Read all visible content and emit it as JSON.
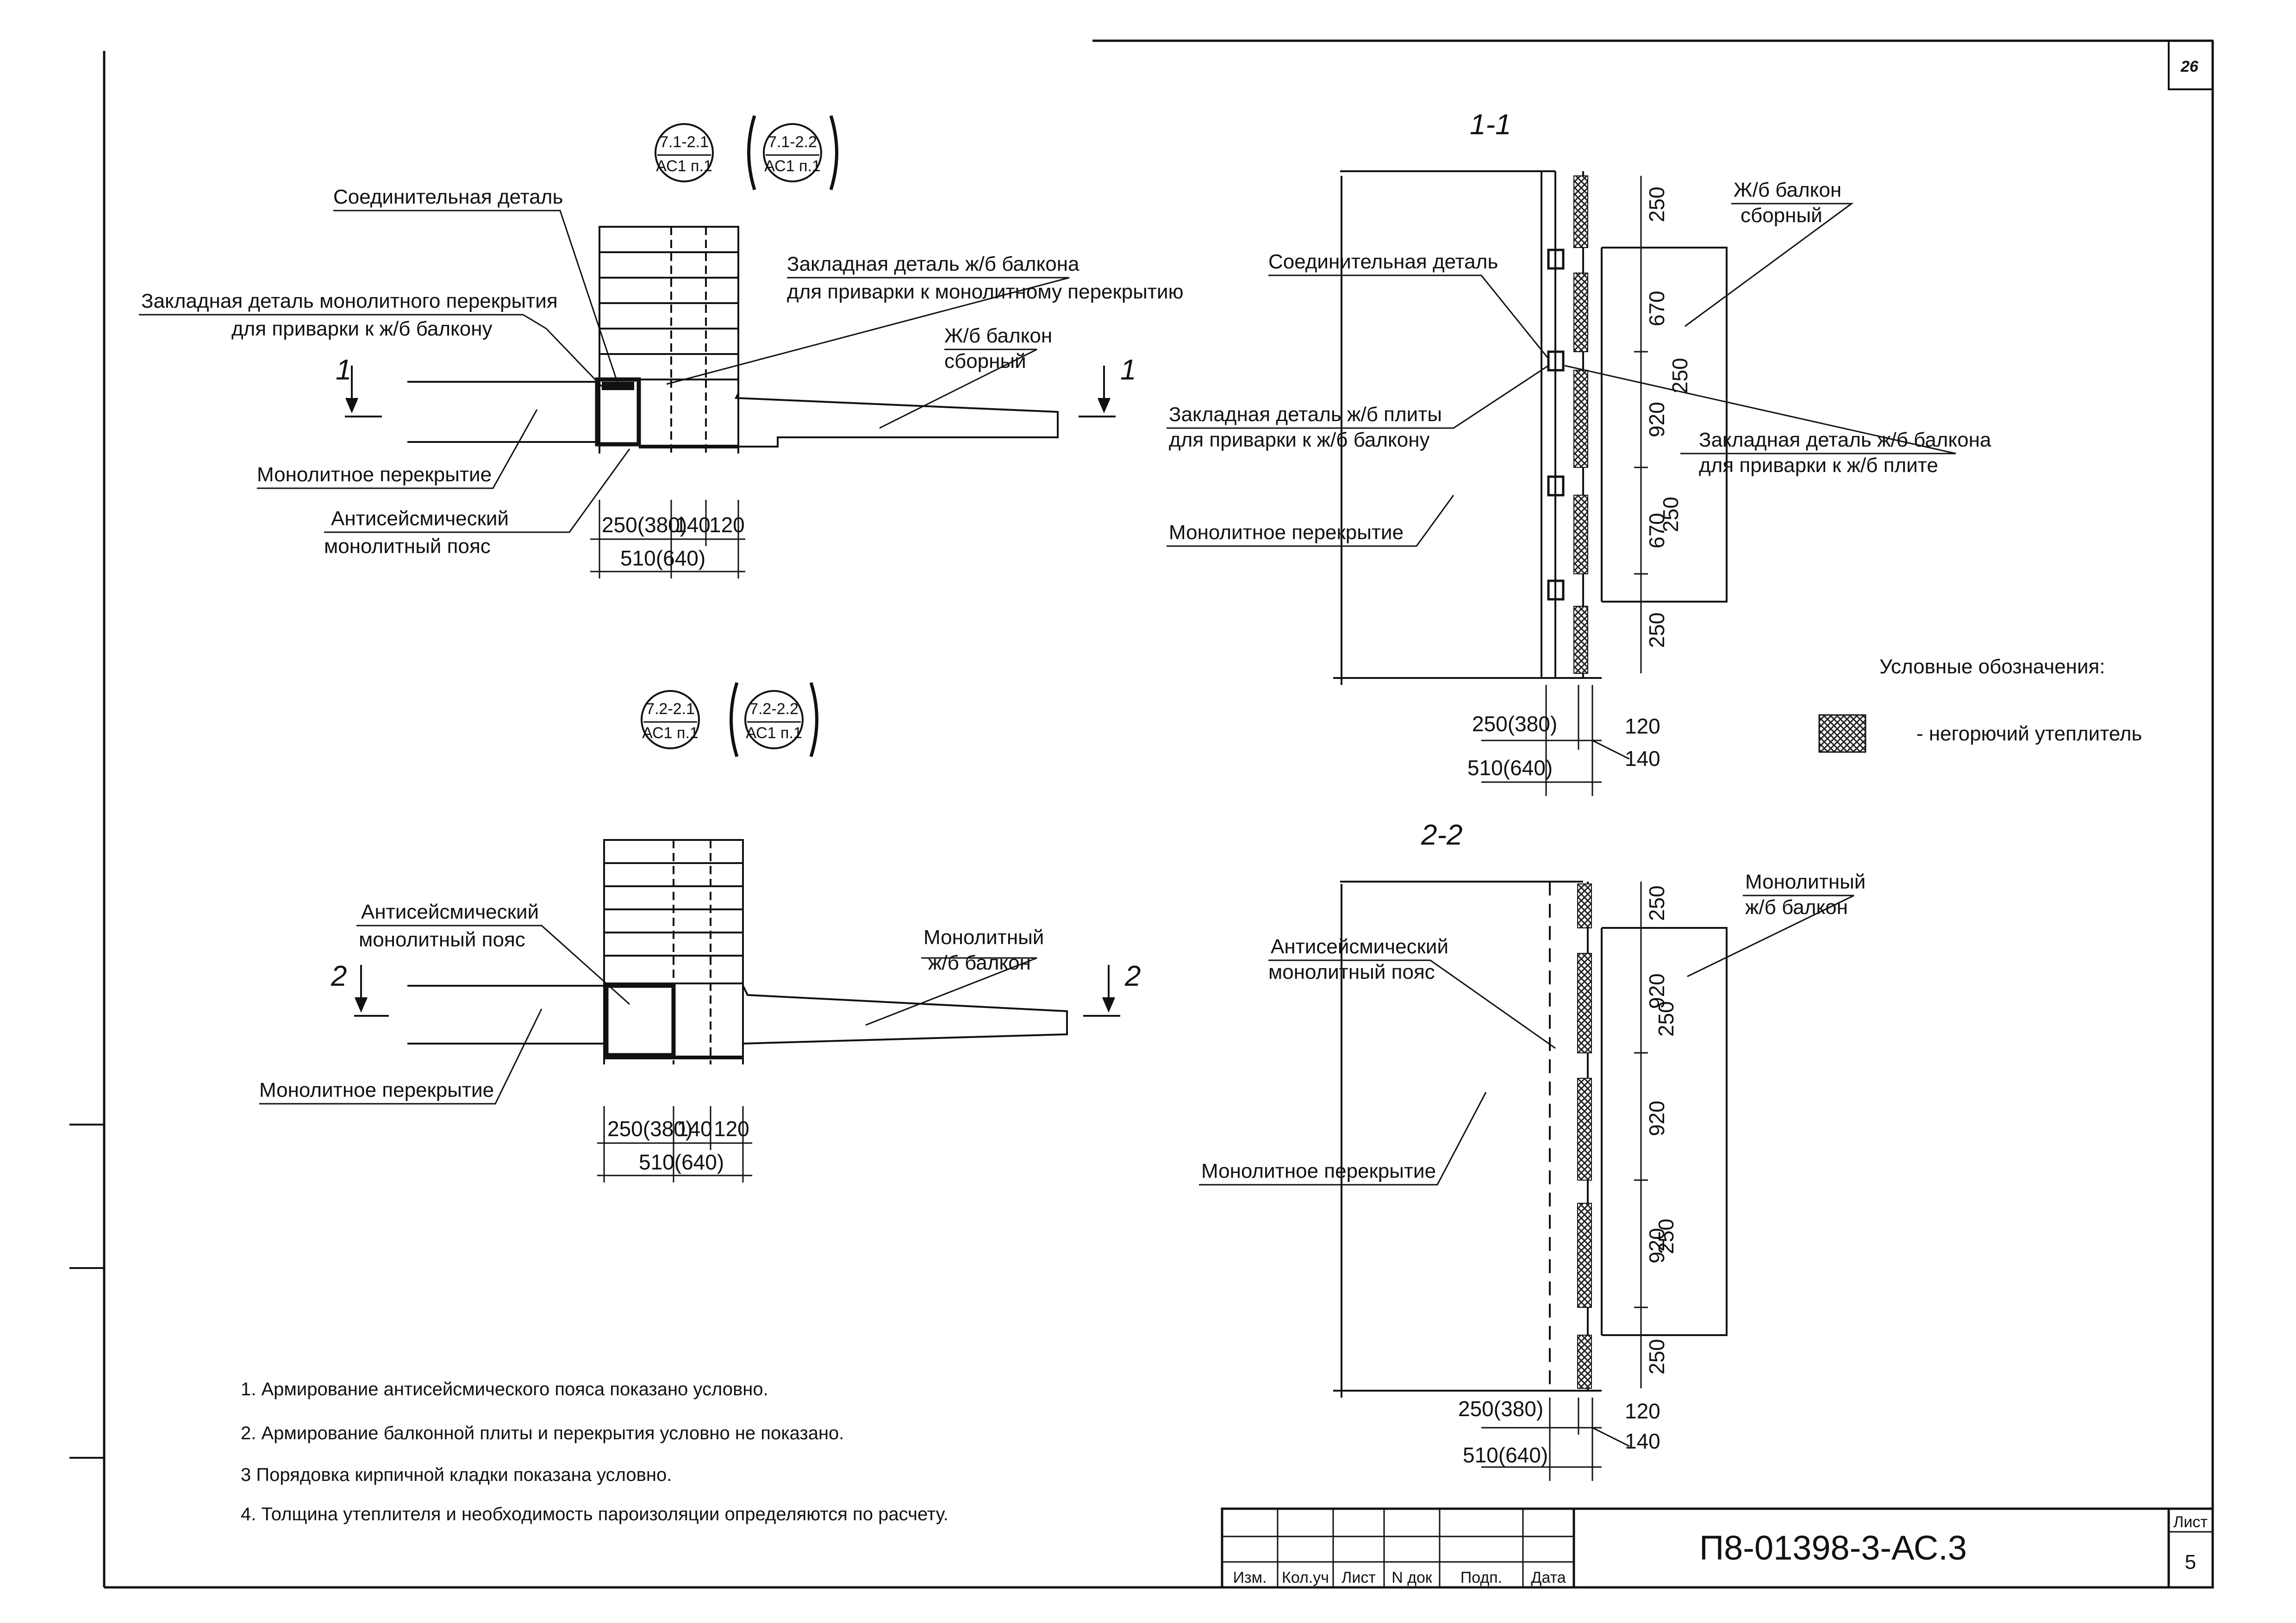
{
  "page": {
    "corner_mark": "26"
  },
  "left_top": {
    "tag1_top": "7.1-2.1",
    "tag1_bot": "АС1 п.1",
    "tag2_top": "7.1-2.2",
    "tag2_bot": "АС1 п.1",
    "label_connect": "Соединительная деталь",
    "label_embed_mono_1": "Закладная деталь монолитного перекрытия",
    "label_embed_mono_2": "для приварки к ж/б балкону",
    "label_embed_balc_1": "Закладная деталь ж/б балкона",
    "label_embed_balc_2": "для приварки к монолитному перекрытию",
    "label_balc_1": "Ж/б балкон",
    "label_balc_2": "сборный",
    "label_slab": "Монолитное перекрытие",
    "label_belt_1": "Антисейсмический",
    "label_belt_2": "монолитный пояс",
    "cut_mark": "1",
    "dim_a": "250(380)",
    "dim_b": "140",
    "dim_c": "120",
    "dim_total": "510(640)"
  },
  "left_bottom": {
    "tag1_top": "7.2-2.1",
    "tag1_bot": "АС1 п.1",
    "tag2_top": "7.2-2.2",
    "tag2_bot": "АС1 п.1",
    "label_belt_1": "Антисейсмический",
    "label_belt_2": "монолитный пояс",
    "label_balc_1": "Монолитный",
    "label_balc_2": "ж/б балкон",
    "label_slab": "Монолитное перекрытие",
    "cut_mark": "2",
    "dim_a": "250(380)",
    "dim_b": "140",
    "dim_c": "120",
    "dim_total": "510(640)"
  },
  "section1": {
    "title": "1-1",
    "label_balc_1": "Ж/б балкон",
    "label_balc_2": "сборный",
    "label_connect": "Соединительная деталь",
    "label_embed_slab_1": "Закладная деталь ж/б плиты",
    "label_embed_slab_2": "для приварки к ж/б балкону",
    "label_embed_balc_1": "Закладная деталь ж/б балкона",
    "label_embed_balc_2": "для приварки к ж/б плите",
    "label_slab": "Монолитное перекрытие",
    "dims_v": [
      "250",
      "670",
      "920",
      "670",
      "250"
    ],
    "dim_side1": "250",
    "dim_side2": "250",
    "dim_a": "250(380)",
    "dim_c": "120",
    "dim_b": "140",
    "dim_total": "510(640)"
  },
  "section2": {
    "title": "2-2",
    "label_balc_1": "Монолитный",
    "label_balc_2": "ж/б балкон",
    "label_belt_1": "Антисейсмический",
    "label_belt_2": "монолитный пояс",
    "label_slab": "Монолитное перекрытие",
    "dims_v": [
      "250",
      "920",
      "920",
      "920",
      "250"
    ],
    "dim_side1": "250",
    "dim_side2": "250",
    "dim_a": "250(380)",
    "dim_c": "120",
    "dim_b": "140",
    "dim_total": "510(640)"
  },
  "legend": {
    "title": "Условные обозначения:",
    "item": "- негорючий утеплитель"
  },
  "notes": [
    "1. Армирование антисейсмического пояса показано условно.",
    "2. Армирование балконной плиты и перекрытия условно не показано.",
    "3 Порядовка кирпичной кладки показана условно.",
    "4. Толщина утеплителя и необходимость пароизоляции определяются по расчету."
  ],
  "title_block": {
    "code": "П8-01398-3-АС.3",
    "sheet_label": "Лист",
    "sheet_no": "5",
    "cols": [
      "Изм.",
      "Кол.уч",
      "Лист",
      "N док",
      "Подп.",
      "Дата"
    ]
  }
}
